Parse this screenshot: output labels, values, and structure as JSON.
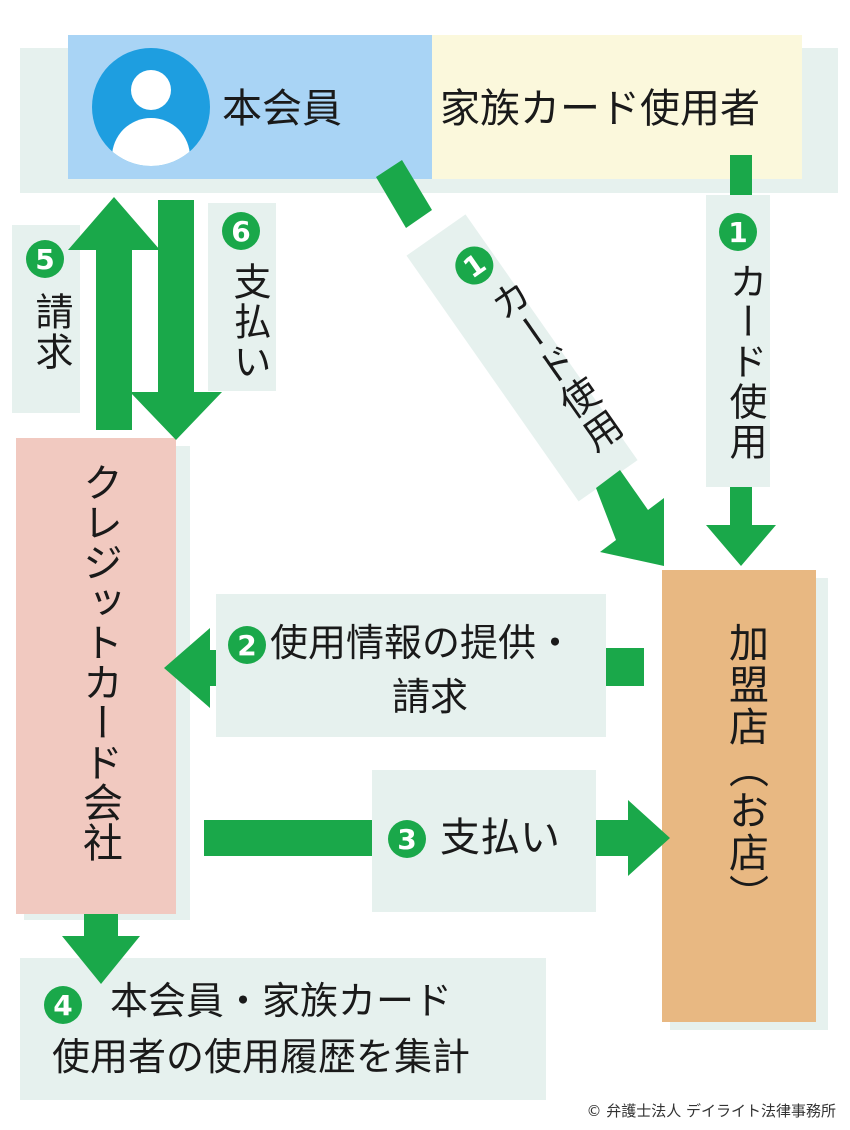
{
  "colors": {
    "arrow": "#1aa84a",
    "panel": "#e6f1ee",
    "member_box": "#a9d4f5",
    "family_box": "#fbf8dc",
    "card_company_box": "#f1c9c0",
    "merchant_box": "#e8b882",
    "step_badge": "#1aa84a"
  },
  "nodes": {
    "member": {
      "icon": "person-avatar-icon",
      "label": "本会員"
    },
    "family": {
      "label": "家族カード使用者"
    },
    "card_company": {
      "label": "クレジットカード会社"
    },
    "merchant": {
      "label": "加盟店（お店）"
    }
  },
  "steps": {
    "s1_member": {
      "num": "1",
      "label": "カード使用"
    },
    "s1_family": {
      "num": "1",
      "label": "カード使用"
    },
    "s2": {
      "num": "2",
      "label_line1": "使用情報の提供・",
      "label_line2": "請求"
    },
    "s3": {
      "num": "3",
      "label": "支払い"
    },
    "s4": {
      "num": "4",
      "label_line1": "本会員・家族カード",
      "label_line2": "使用者の使用履歴を集計"
    },
    "s5": {
      "num": "5",
      "label": "請求"
    },
    "s6": {
      "num": "6",
      "label": "支払い"
    }
  },
  "credit": "© 弁護士法人 デイライト法律事務所"
}
